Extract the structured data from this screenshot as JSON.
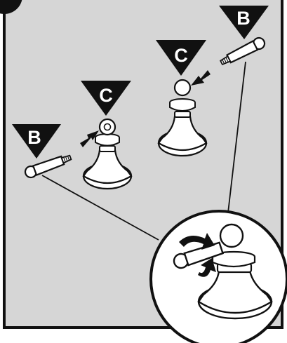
{
  "labels": {
    "b_left": "B",
    "c_left": "C",
    "c_right": "C",
    "b_right": "B"
  },
  "colors": {
    "panel": "#d6d6d6",
    "ink": "#111111",
    "part_fill": "#ffffff"
  },
  "icons": [
    "step-number-badge",
    "label-triangle-marker",
    "insertion-arrow-icon",
    "rotation-arrow-icon",
    "magnifier-circle"
  ]
}
